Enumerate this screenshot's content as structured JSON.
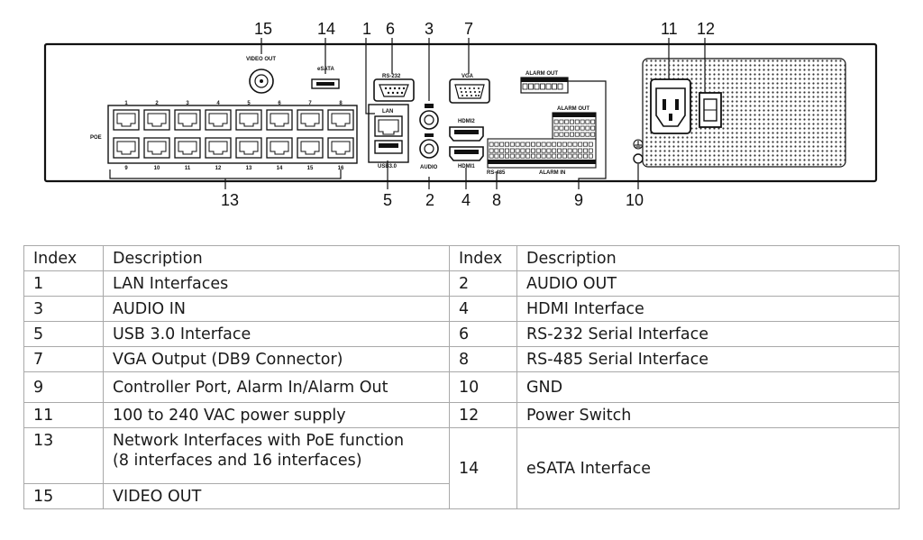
{
  "diagram": {
    "callouts": [
      "15",
      "14",
      "1",
      "6",
      "3",
      "7",
      "11",
      "12",
      "13",
      "5",
      "2",
      "4",
      "8",
      "9",
      "10"
    ],
    "panel_labels": {
      "video_out": "VIDEO OUT",
      "esata": "eSATA",
      "rs232": "RS-232",
      "vga": "VGA",
      "alarm_out": "ALARM OUT",
      "poe": "POE",
      "lan": "LAN",
      "usb": "USB3.0",
      "audio": "AUDIO",
      "hdmi2": "HDMI2",
      "hdmi1": "HDMI1",
      "rs485": "RS-485",
      "alarm_in": "ALARM IN",
      "port_numbers_top": [
        "1",
        "2",
        "3",
        "4",
        "5",
        "6",
        "7",
        "8"
      ],
      "port_numbers_bottom": [
        "9",
        "10",
        "11",
        "12",
        "13",
        "14",
        "15",
        "16"
      ]
    }
  },
  "table": {
    "headers": [
      "Index",
      "Description",
      "Index",
      "Description"
    ],
    "rows": [
      [
        "1",
        "LAN Interfaces",
        "2",
        "AUDIO OUT"
      ],
      [
        "3",
        "AUDIO IN",
        "4",
        "HDMI Interface"
      ],
      [
        "5",
        "USB 3.0 Interface",
        "6",
        "RS-232 Serial Interface"
      ],
      [
        "7",
        "VGA Output (DB9 Connector)",
        "8",
        "RS-485 Serial Interface"
      ],
      [
        "9",
        "Controller Port, Alarm In/Alarm Out",
        "10",
        "GND"
      ],
      [
        "11",
        "100 to 240 VAC power supply",
        "12",
        "Power Switch"
      ]
    ],
    "row13": {
      "index": "13",
      "desc_line1": "Network Interfaces with PoE function",
      "desc_line2": "(8  interfaces and 16 interfaces)"
    },
    "row14": {
      "index": "14",
      "desc": "eSATA Interface"
    },
    "row15": {
      "index": "15",
      "desc": "VIDEO OUT"
    }
  }
}
